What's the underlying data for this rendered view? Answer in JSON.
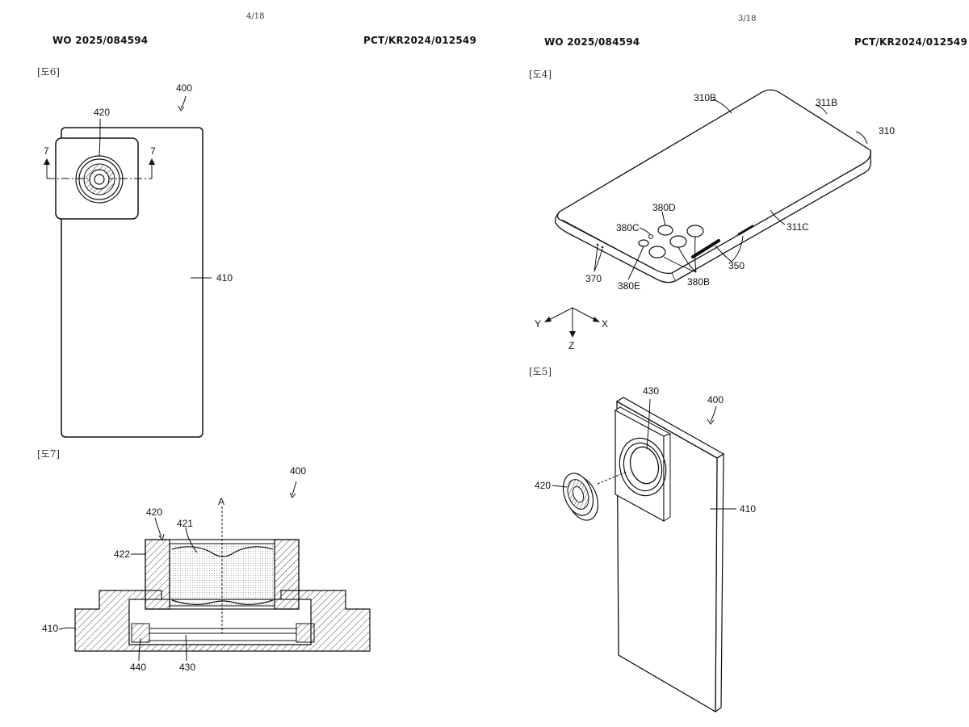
{
  "pages": [
    {
      "page_number": "4/18",
      "header_left": "WO 2025/084594",
      "header_right": "PCT/KR2024/012549",
      "figures": [
        {
          "label": "[도6]",
          "refs": {
            "device": "400",
            "camera": "420",
            "section_left": "7",
            "section_right": "7",
            "body": "410"
          }
        },
        {
          "label": "[도7]",
          "refs": {
            "device": "400",
            "module": "420",
            "lens": "421",
            "housing": "422",
            "axis": "A",
            "body": "410",
            "support": "440",
            "sensor": "430"
          }
        }
      ]
    },
    {
      "page_number": "3/18",
      "header_left": "WO 2025/084594",
      "header_right": "PCT/KR2024/012549",
      "figures": [
        {
          "label": "[도4]",
          "refs": {
            "rear_plate": "310B",
            "side_b": "311B",
            "housing": "310",
            "cam_d": "380D",
            "cam_c": "380C",
            "side_c": "311C",
            "buttons": "350",
            "mic": "370",
            "cam_e": "380E",
            "cam_b": "380B"
          },
          "axes": {
            "y": "Y",
            "x": "X",
            "z": "Z"
          }
        },
        {
          "label": "[도5]",
          "refs": {
            "mount": "430",
            "device": "400",
            "camera": "420",
            "body": "410"
          }
        }
      ]
    }
  ]
}
